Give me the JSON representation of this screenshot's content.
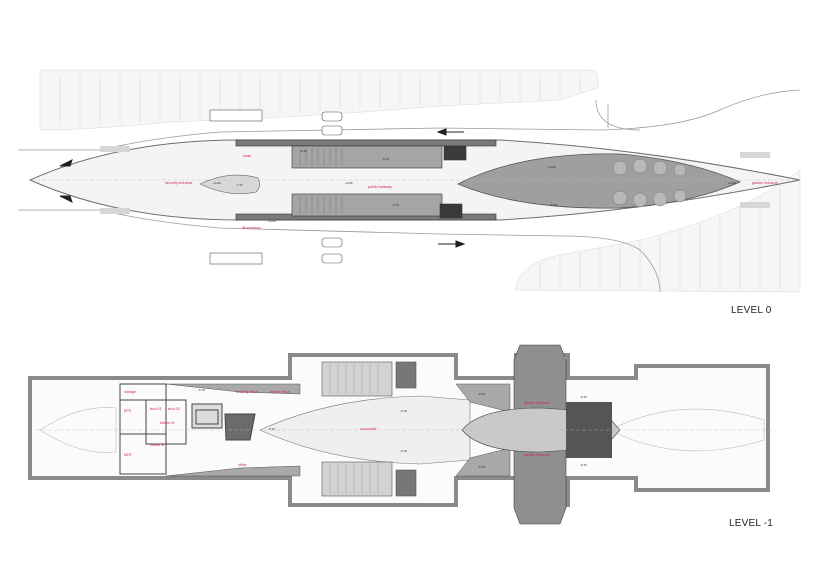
{
  "title": "",
  "plans": [
    {
      "id": "level0",
      "label": "LEVEL 0",
      "room_labels": [
        "kiosk",
        "security entrance",
        "public walkway",
        "garden entrance",
        "lift entrance"
      ],
      "elevation_marks": [
        "-6.70",
        "+0.00",
        "-7.47",
        "+0.00",
        "-6.70",
        "-6.70",
        "+0.00",
        "+0.00",
        "+0.00",
        "-6.70"
      ]
    },
    {
      "id": "level-1",
      "label": "LEVEL -1",
      "room_labels": [
        "storage",
        "security office",
        "tickets office",
        "KPS",
        "tech.01",
        "tech.02",
        "tickets M",
        "tickets W",
        "concourse",
        "garden entrance",
        "garden entrance",
        "office",
        "MDF"
      ],
      "elevation_marks": [
        "-6.70",
        "-6.70",
        "-6.70",
        "-6.70",
        "-6.70",
        "-6.70",
        "-6.70",
        "-6.70"
      ]
    }
  ],
  "colors": {
    "accent_label": "#d2245c",
    "wall": "#8a8a8a",
    "paving": "#e6e6e6",
    "planting": "#bdbdbd"
  }
}
